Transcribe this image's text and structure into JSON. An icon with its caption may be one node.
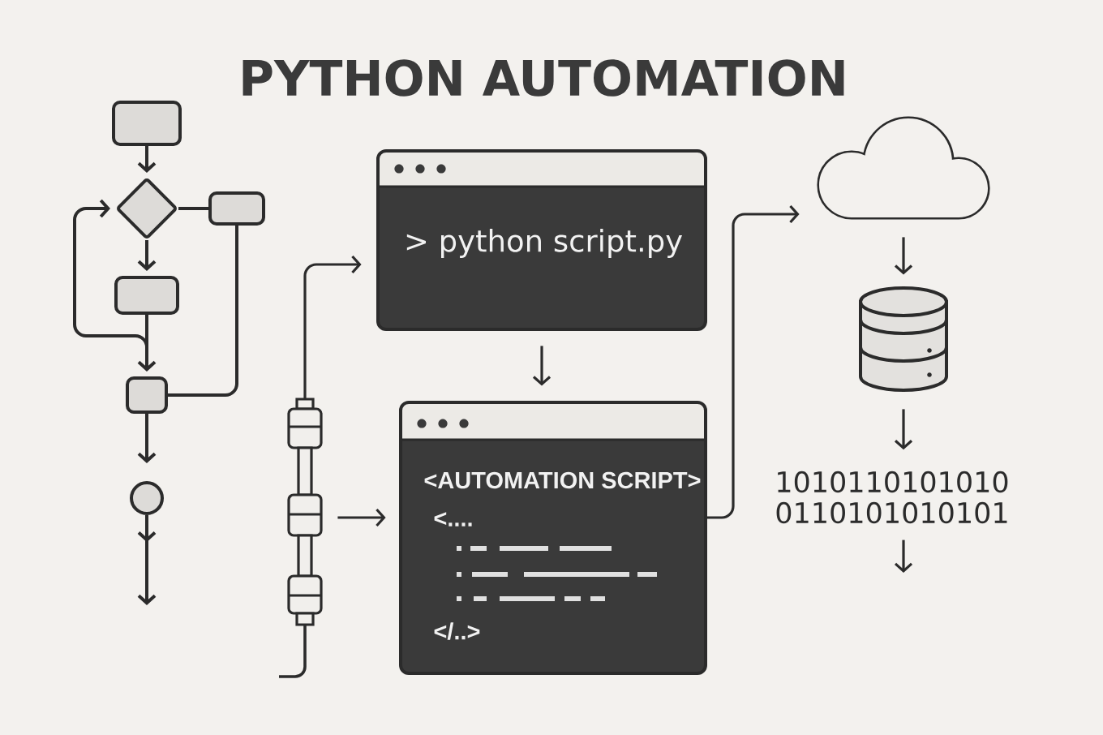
{
  "diagram": {
    "title": "PYTHON AUTOMATION",
    "nodes": [
      {
        "text": [],
        "shape": "box"
      },
      {
        "text": [],
        "shape": "diamond"
      },
      {
        "text": [],
        "shape": "box"
      },
      {
        "text": [],
        "shape": "box"
      },
      {
        "text": [],
        "shape": "box"
      },
      {
        "text": [],
        "shape": "circle"
      },
      {
        "text": [
          "> python script.py"
        ]
      },
      {
        "text": [
          "<AUTOMATION SCRIPT>",
          "<....",
          "</..>"
        ]
      },
      {
        "text": [],
        "shape": "picture"
      },
      {
        "text": [],
        "shape": "cloud"
      },
      {
        "text": [],
        "shape": "cylinder"
      },
      {
        "text": [
          "1010110101010 0110101010101"
        ]
      }
    ],
    "edges": [
      {
        "from": 0,
        "to": 1,
        "arrow": "to"
      },
      {
        "from": 1,
        "to": 2,
        "arrow": "none"
      },
      {
        "from": 1,
        "to": 3,
        "arrow": "to"
      },
      {
        "from": 4,
        "to": 1,
        "arrow": "to"
      },
      {
        "from": 2,
        "to": 4,
        "arrow": "none"
      },
      {
        "from": 3,
        "to": 4,
        "arrow": "to"
      },
      {
        "from": 4,
        "to": 5,
        "arrow": "to"
      },
      {
        "from": 5,
        "to": null,
        "arrow": "to"
      },
      {
        "from": 8,
        "to": 6,
        "arrow": "to"
      },
      {
        "from": 8,
        "to": 7,
        "arrow": "to"
      },
      {
        "from": 6,
        "to": 7,
        "arrow": "to"
      },
      {
        "from": 7,
        "to": 9,
        "arrow": "to"
      },
      {
        "from": 9,
        "to": 10,
        "arrow": "to"
      },
      {
        "from": 10,
        "to": 11,
        "arrow": "to"
      },
      {
        "from": 11,
        "to": null,
        "arrow": "to"
      }
    ]
  }
}
